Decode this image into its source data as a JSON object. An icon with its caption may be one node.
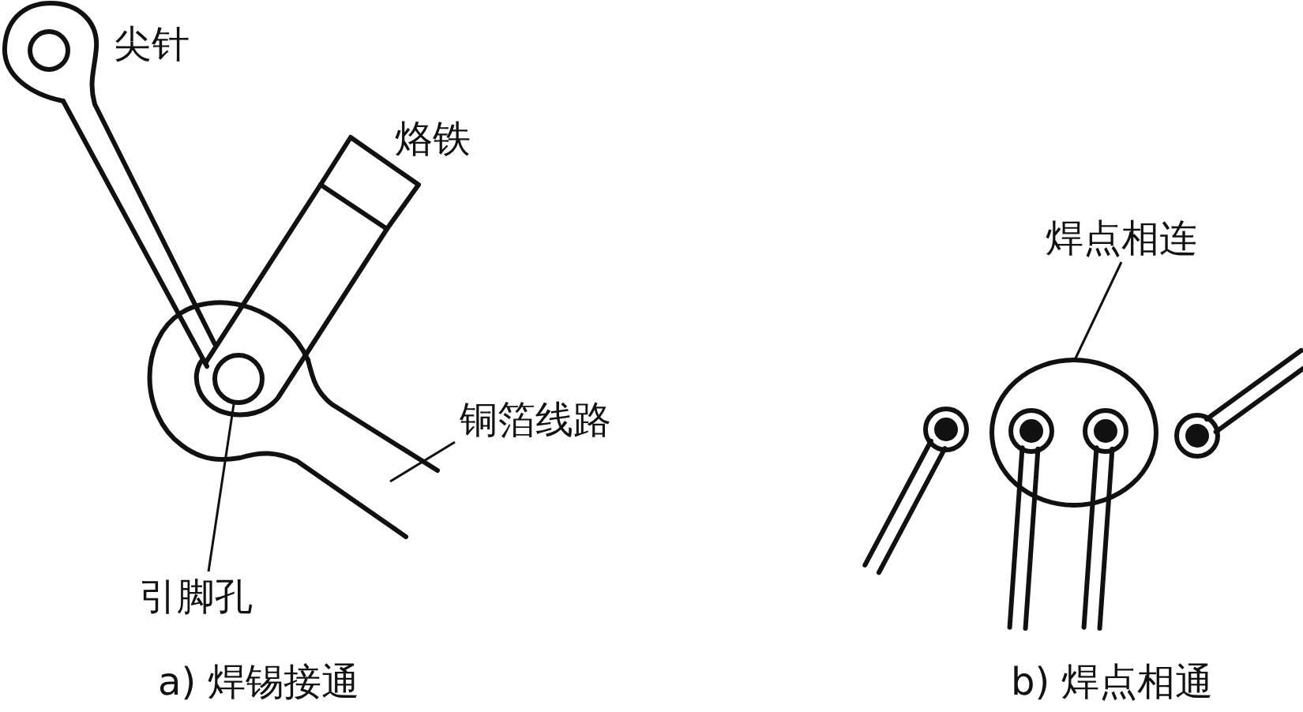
{
  "diagram": {
    "nodes": [
      {
        "text": [
          "引脚孔"
        ]
      },
      {
        "text": [],
        "shape": "circle"
      },
      {
        "text": [
          "铜箔线路"
        ]
      },
      {
        "text": [
          "焊点相连"
        ]
      },
      {
        "text": [],
        "shape": "circle"
      }
    ],
    "edges": [
      {
        "from": 0,
        "to": 1,
        "arrow": "none"
      },
      {
        "from": 2,
        "to": null,
        "arrow": "none"
      },
      {
        "from": 3,
        "to": 4,
        "arrow": "none"
      }
    ],
    "labels": [
      "尖针",
      "烙铁",
      "a) 焊锡接通",
      "b) 焊点相通"
    ]
  }
}
